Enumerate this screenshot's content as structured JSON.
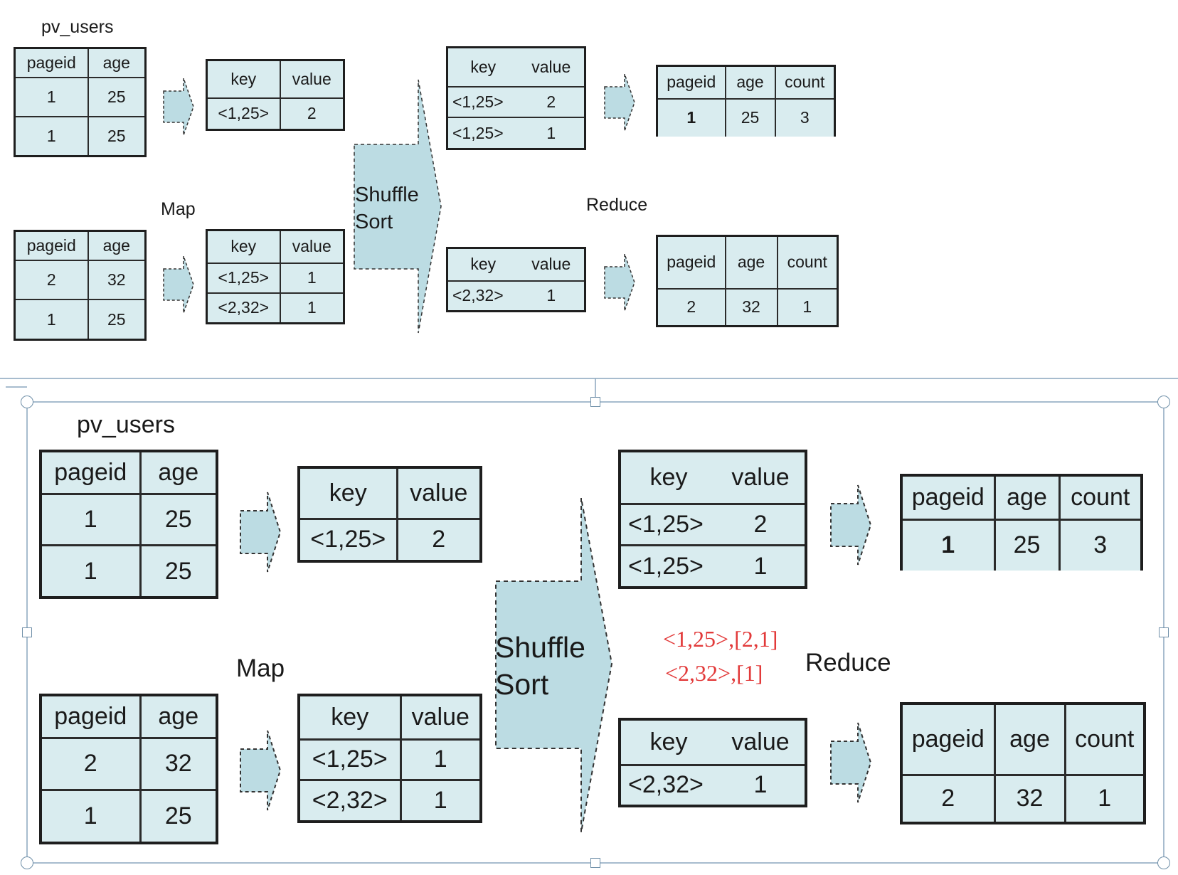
{
  "top": {
    "title": "pv_users",
    "map_label": "Map",
    "reduce_label": "Reduce",
    "shuffle_line1": "Shuffle",
    "shuffle_line2": "Sort",
    "input1": {
      "headers": [
        "pageid",
        "age"
      ],
      "rows": [
        [
          "1",
          "25"
        ],
        [
          "1",
          "25"
        ]
      ]
    },
    "input2": {
      "headers": [
        "pageid",
        "age"
      ],
      "rows": [
        [
          "2",
          "32"
        ],
        [
          "1",
          "25"
        ]
      ]
    },
    "map1": {
      "headers": [
        "key",
        "value"
      ],
      "rows": [
        [
          "<1,25>",
          "2"
        ]
      ]
    },
    "map2": {
      "headers": [
        "key",
        "value"
      ],
      "rows": [
        [
          "<1,25>",
          "1"
        ],
        [
          "<2,32>",
          "1"
        ]
      ]
    },
    "sorted1": {
      "headers": [
        "key",
        "value"
      ],
      "rows": [
        [
          "<1,25>",
          "2"
        ],
        [
          "<1,25>",
          "1"
        ]
      ]
    },
    "sorted2": {
      "headers": [
        "key",
        "value"
      ],
      "rows": [
        [
          "<2,32>",
          "1"
        ]
      ]
    },
    "out1": {
      "headers": [
        "pageid",
        "age",
        "count"
      ],
      "rows": [
        [
          "1",
          "25",
          "3"
        ]
      ]
    },
    "out2": {
      "headers": [
        "pageid",
        "age",
        "count"
      ],
      "rows": [
        [
          "2",
          "32",
          "1"
        ]
      ]
    }
  },
  "bottom": {
    "title": "pv_users",
    "map_label": "Map",
    "reduce_label": "Reduce",
    "shuffle_line1": "Shuffle",
    "shuffle_line2": "Sort",
    "annotation_line1": "<1,25>,[2,1]",
    "annotation_line2": "<2,32>,[1]",
    "input1": {
      "headers": [
        "pageid",
        "age"
      ],
      "rows": [
        [
          "1",
          "25"
        ],
        [
          "1",
          "25"
        ]
      ]
    },
    "input2": {
      "headers": [
        "pageid",
        "age"
      ],
      "rows": [
        [
          "2",
          "32"
        ],
        [
          "1",
          "25"
        ]
      ]
    },
    "map1": {
      "headers": [
        "key",
        "value"
      ],
      "rows": [
        [
          "<1,25>",
          "2"
        ]
      ]
    },
    "map2": {
      "headers": [
        "key",
        "value"
      ],
      "rows": [
        [
          "<1,25>",
          "1"
        ],
        [
          "<2,32>",
          "1"
        ]
      ]
    },
    "sorted1": {
      "headers": [
        "key",
        "value"
      ],
      "rows": [
        [
          "<1,25>",
          "2"
        ],
        [
          "<1,25>",
          "1"
        ]
      ]
    },
    "sorted2": {
      "headers": [
        "key",
        "value"
      ],
      "rows": [
        [
          "<2,32>",
          "1"
        ]
      ]
    },
    "out1": {
      "headers": [
        "pageid",
        "age",
        "count"
      ],
      "rows": [
        [
          "1",
          "25",
          "3"
        ]
      ]
    },
    "out2": {
      "headers": [
        "pageid",
        "age",
        "count"
      ],
      "rows": [
        [
          "2",
          "32",
          "1"
        ]
      ]
    }
  },
  "colors": {
    "table_fill": "#d9ecef",
    "arrow_fill": "#bcdce3",
    "annotation": "#e23a3a",
    "frame": "#6f8fa8"
  }
}
